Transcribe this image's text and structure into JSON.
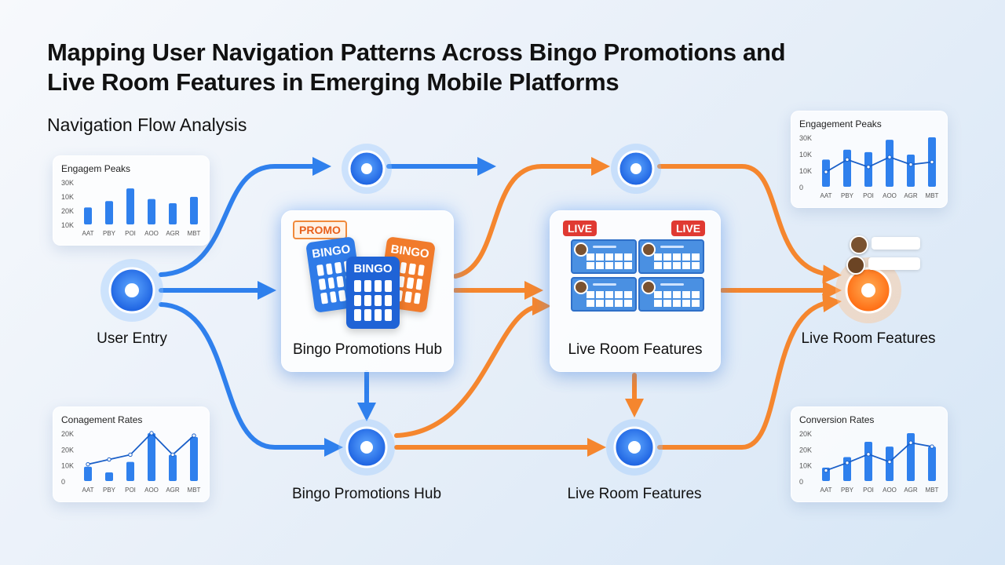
{
  "title_line1": "Mapping User Navigation Patterns Across Bingo Promotions and",
  "title_line2": "Live Room Features in Emerging Mobile Platforms",
  "subtitle": "Navigation Flow Analysis",
  "nodes": {
    "user_entry": "User Entry",
    "bingo_hub": "Bingo Promotions Hub",
    "live_hub": "Live Room Features",
    "bingo_bottom": "Bingo Promotions Hub",
    "live_bottom": "Live Room Features",
    "live_right": "Live Room Features"
  },
  "badges": {
    "promo": "PROMO",
    "live_left": "LIVE",
    "live_right": "LIVE"
  },
  "bingo_cards": [
    "BINGO",
    "BINGO",
    "BINGO"
  ],
  "colors": {
    "blue": "#2f80ed",
    "orange": "#f5862e",
    "node_blue": "#1e6ff0",
    "node_orange": "#ff7a1a"
  },
  "chart_data": [
    {
      "type": "bar",
      "title": "Engagem Peaks",
      "categories": [
        "AAT",
        "PBY",
        "POI",
        "AOO",
        "AGR",
        "MBT"
      ],
      "ytick_labels": [
        "30K",
        "10K",
        "20K",
        "10K"
      ],
      "values": [
        0.4,
        0.55,
        0.85,
        0.6,
        0.5,
        0.65
      ]
    },
    {
      "type": "bar",
      "title": "Conagement Rates",
      "categories": [
        "AAT",
        "PBY",
        "POI",
        "AOO",
        "AGR",
        "MBT"
      ],
      "ytick_labels": [
        "20K",
        "20K",
        "10K",
        "0"
      ],
      "values": [
        0.3,
        0.18,
        0.4,
        1.0,
        0.55,
        0.92
      ],
      "line": [
        0.35,
        0.45,
        0.55,
        1.0,
        0.55,
        0.95
      ]
    },
    {
      "type": "bar",
      "title": "Engagement Peaks",
      "categories": [
        "AAT",
        "PBY",
        "POI",
        "AOO",
        "AGR",
        "MBT"
      ],
      "ytick_labels": [
        "30K",
        "10K",
        "10K",
        "0"
      ],
      "values": [
        0.55,
        0.75,
        0.7,
        0.95,
        0.65,
        1.0
      ],
      "line": [
        0.3,
        0.55,
        0.4,
        0.6,
        0.45,
        0.5
      ]
    },
    {
      "type": "bar",
      "title": "Conversion Rates",
      "categories": [
        "AAT",
        "PBY",
        "POI",
        "AOO",
        "AGR",
        "MBT"
      ],
      "ytick_labels": [
        "20K",
        "20K",
        "10K",
        "0"
      ],
      "values": [
        0.28,
        0.5,
        0.82,
        0.72,
        1.0,
        0.72
      ],
      "line": [
        0.22,
        0.38,
        0.56,
        0.4,
        0.8,
        0.72
      ]
    }
  ]
}
